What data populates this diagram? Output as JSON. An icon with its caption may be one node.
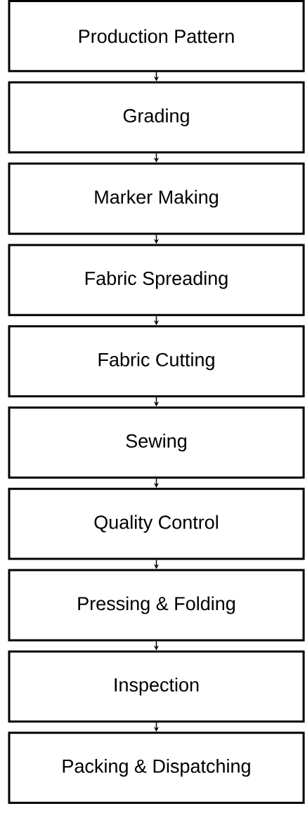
{
  "diagram": {
    "nodes": [
      {
        "text": [
          "Production Pattern"
        ]
      },
      {
        "text": [
          "Grading"
        ]
      },
      {
        "text": [
          "Marker Making"
        ]
      },
      {
        "text": [
          "Fabric Spreading"
        ]
      },
      {
        "text": [
          "Fabric Cutting"
        ]
      },
      {
        "text": [
          "Sewing"
        ]
      },
      {
        "text": [
          "Quality Control"
        ]
      },
      {
        "text": [
          "Pressing & Folding"
        ]
      },
      {
        "text": [
          "Inspection"
        ]
      },
      {
        "text": [
          "Packing & Dispatching"
        ]
      }
    ],
    "edges": [
      {
        "from": 0,
        "to": 1,
        "arrow": "to"
      },
      {
        "from": 1,
        "to": 2,
        "arrow": "to"
      },
      {
        "from": 2,
        "to": 3,
        "arrow": "to"
      },
      {
        "from": 3,
        "to": 4,
        "arrow": "to"
      },
      {
        "from": 4,
        "to": 5,
        "arrow": "to"
      },
      {
        "from": 5,
        "to": 6,
        "arrow": "to"
      },
      {
        "from": 6,
        "to": 7,
        "arrow": "to"
      },
      {
        "from": 7,
        "to": 8,
        "arrow": "to"
      },
      {
        "from": 8,
        "to": 9,
        "arrow": "to"
      }
    ]
  }
}
